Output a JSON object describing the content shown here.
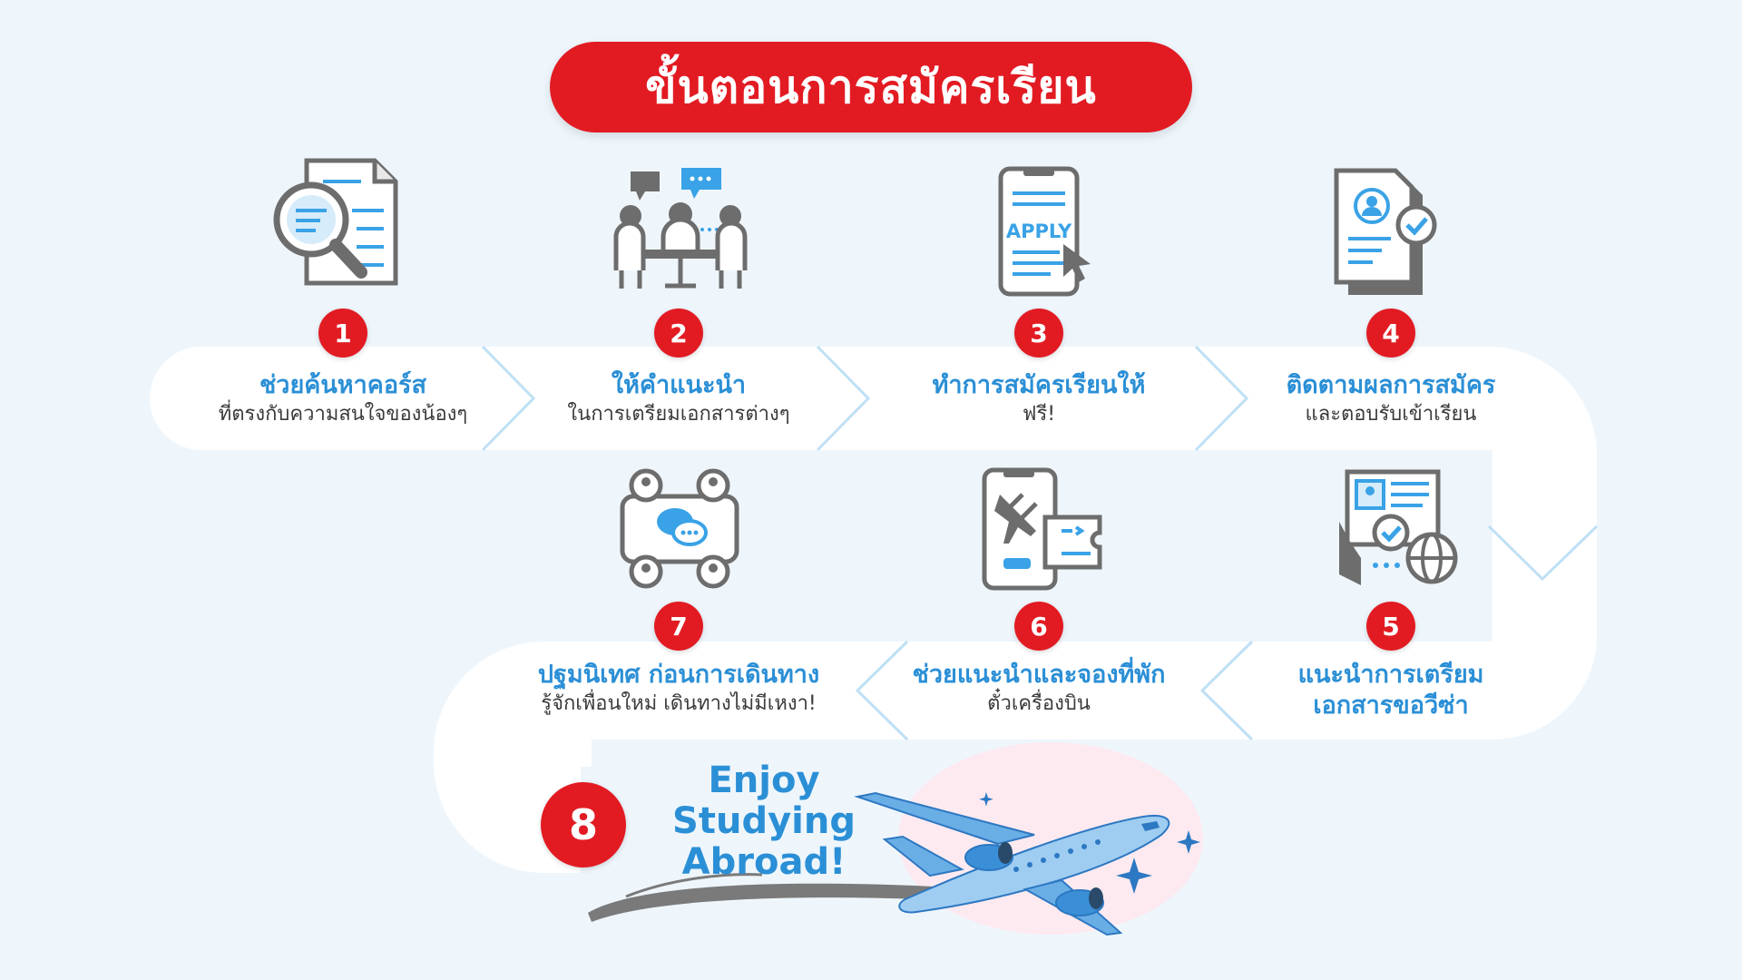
{
  "title": "ขั้นตอนการสมัครเรียน",
  "colors": {
    "accent_red": "#e21b23",
    "text_blue": "#2b8fd6",
    "icon_gray": "#6d6d6d",
    "icon_blue": "#3aa2e6",
    "background": "#eef6fc"
  },
  "steps": [
    {
      "number": "1",
      "title": "ช่วยค้นหาคอร์ส",
      "subtitle": "ที่ตรงกับความสนใจของน้องๆ",
      "icon": "document-search-icon"
    },
    {
      "number": "2",
      "title": "ให้คำแนะนำ",
      "subtitle": "ในการเตรียมเอกสารต่างๆ",
      "icon": "meeting-chat-icon"
    },
    {
      "number": "3",
      "title": "ทำการสมัครเรียนให้",
      "subtitle": "ฟรี!",
      "icon": "phone-apply-icon",
      "icon_label": "APPLY"
    },
    {
      "number": "4",
      "title": "ติดตามผลการสมัคร",
      "subtitle": "และตอบรับเข้าเรียน",
      "icon": "profile-document-check-icon"
    },
    {
      "number": "5",
      "title": "แนะนำการเตรียม",
      "subtitle": "เอกสารขอวีซ่า",
      "icon": "passport-globe-icon"
    },
    {
      "number": "6",
      "title": "ช่วยแนะนำและจองที่พัก",
      "subtitle": "ตั๋วเครื่องบิน",
      "icon": "phone-plane-ticket-icon"
    },
    {
      "number": "7",
      "title": "ปฐมนิเทศ ก่อนการเดินทาง",
      "subtitle": "รู้จักเพื่อนใหม่ เดินทางไม่มีเหงา!",
      "icon": "group-chat-icon"
    }
  ],
  "final": {
    "number": "8",
    "lines": [
      "Enjoy",
      "Studying",
      "Abroad!"
    ],
    "icon": "airplane-icon"
  }
}
